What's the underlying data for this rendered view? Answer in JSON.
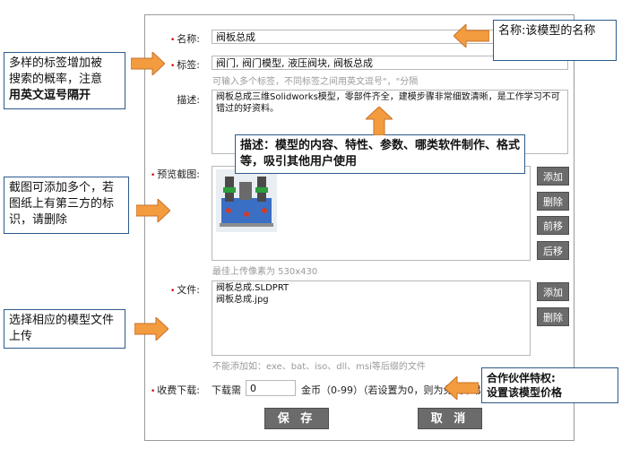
{
  "form": {
    "name_label": "名称:",
    "name_value": "阀板总成",
    "tags_label": "标签:",
    "tags_value": "阀门, 阀门模型, 液压阀块, 阀板总成",
    "tags_hint": "可输入多个标签，不同标签之间用英文逗号\"，\"分隔",
    "desc_label": "描述:",
    "desc_value": "阀板总成三维Solidworks模型，零部件齐全，建模步骤非常细致清晰，是工作学习不可错过的好资料。",
    "preview_label": "预览截图:",
    "preview_hint": "最佳上传像素为 530x430",
    "preview_buttons": [
      "添加",
      "删除",
      "前移",
      "后移"
    ],
    "file_label": "文件:",
    "files": [
      "阀板总成.SLDPRT",
      "阀板总成.jpg"
    ],
    "file_buttons": [
      "添加",
      "删除"
    ],
    "file_hint": "不能添加如：exe、bat、iso、dll、msi等后缀的文件",
    "fee_label": "收费下载:",
    "fee_prefix": "下载需",
    "fee_value": "0",
    "fee_suffix": "金币（0-99）（若设置为0，则为免费下载",
    "save_label": "保 存",
    "cancel_label": "取 消"
  },
  "annotations": {
    "name_note": "名称:该模型的名称",
    "tags_note_line1": "多样的标签增加被",
    "tags_note_line2": "搜索的概率，注意",
    "tags_note_line3": "用英文逗号隔开",
    "desc_note": "描述：模型的内容、特性、参数、哪类软件制作、格式等，吸引其他用户使用",
    "screenshot_note": "截图可添加多个，若图纸上有第三方的标识，请删除",
    "file_note": "选择相应的模型文件上传",
    "partner_note_line1": "合作伙伴特权:",
    "partner_note_line2": "设置该模型价格"
  },
  "colors": {
    "arrow": "#f39c3f",
    "arrow_border": "#c9702a",
    "button": "#6b6b6b",
    "required": "#d40000",
    "note_border": "#2d5a8c"
  }
}
